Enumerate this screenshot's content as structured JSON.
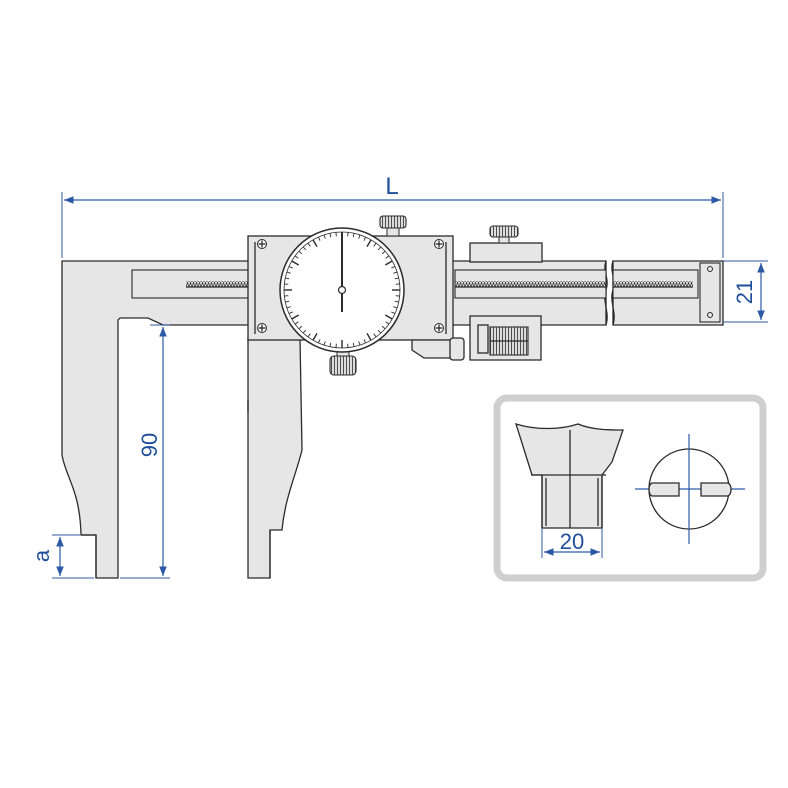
{
  "dimensions": {
    "overall_length": "L",
    "beam_height": "21",
    "jaw_depth": "90",
    "tip_height": "a",
    "tip_width": "20"
  },
  "colors": {
    "dimension": "#1f4e9a",
    "part_fill": "#e6e6e6",
    "outline": "#2b2b2b",
    "inset_frame": "#cfcfcf"
  }
}
